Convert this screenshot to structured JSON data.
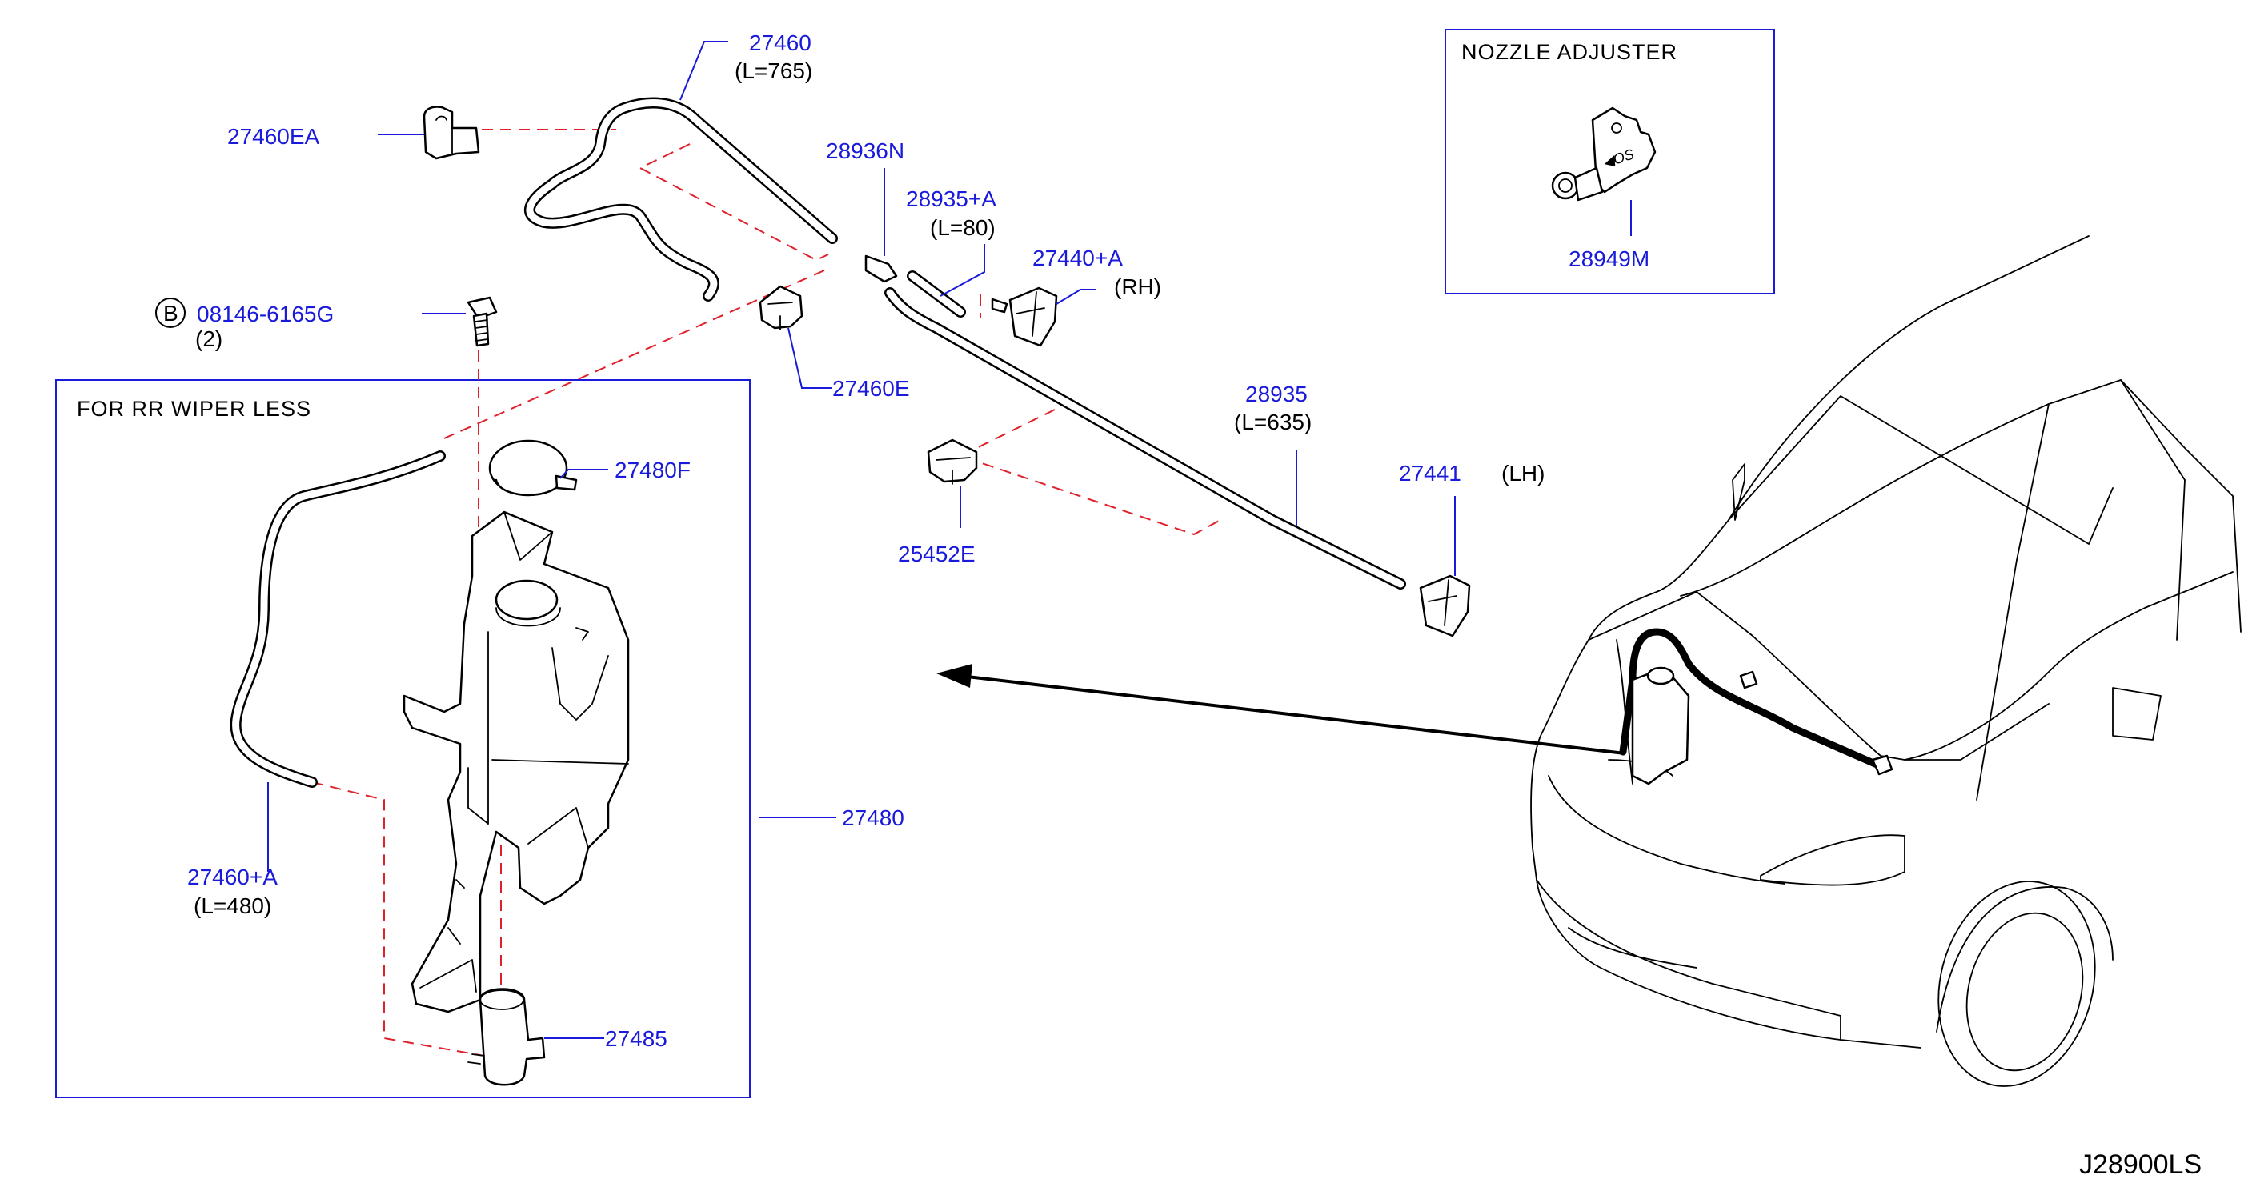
{
  "diagram_code": "J28900LS",
  "sections": {
    "rr_wiper_less": "FOR   RR   WIPER   LESS",
    "nozzle_adjuster": "NOZZLE   ADJUSTER"
  },
  "parts": {
    "p27460": {
      "number": "27460",
      "note": "(L=765)"
    },
    "p27460EA": {
      "number": "27460EA"
    },
    "p28936N": {
      "number": "28936N"
    },
    "p28935A": {
      "number": "28935+A",
      "note": "(L=80)"
    },
    "p27440A": {
      "number": "27440+A",
      "note": "(RH)"
    },
    "p08146": {
      "badge": "B",
      "number": "08146-6165G",
      "note": "(2)"
    },
    "p27460E": {
      "number": "27460E"
    },
    "p28935": {
      "number": "28935",
      "note": "(L=635)"
    },
    "p27441": {
      "number": "27441",
      "note": "(LH)"
    },
    "p27480F": {
      "number": "27480F"
    },
    "p25452E": {
      "number": "25452E"
    },
    "p27480": {
      "number": "27480"
    },
    "p27460A": {
      "number": "27460+A",
      "note": "(L=480)"
    },
    "p27485": {
      "number": "27485"
    },
    "p28949M": {
      "number": "28949M"
    }
  },
  "colors": {
    "part_number": "#1a1adb",
    "leader_line": "#1a1adb",
    "dashed_connector": "#e0202a",
    "outline": "#000000"
  }
}
